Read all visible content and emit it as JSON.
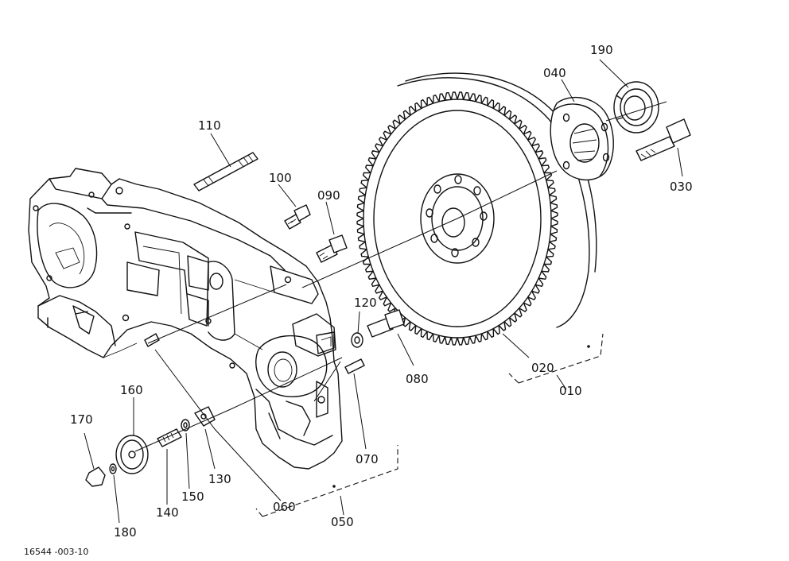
{
  "diagram": {
    "reference_code": "16544 -003-10",
    "parts": [
      {
        "key": "p010",
        "label": "010"
      },
      {
        "key": "p020",
        "label": "020"
      },
      {
        "key": "p030",
        "label": "030"
      },
      {
        "key": "p040",
        "label": "040"
      },
      {
        "key": "p050",
        "label": "050"
      },
      {
        "key": "p060",
        "label": "060"
      },
      {
        "key": "p070",
        "label": "070"
      },
      {
        "key": "p080",
        "label": "080"
      },
      {
        "key": "p090",
        "label": "090"
      },
      {
        "key": "p100",
        "label": "100"
      },
      {
        "key": "p110",
        "label": "110"
      },
      {
        "key": "p120",
        "label": "120"
      },
      {
        "key": "p130",
        "label": "130"
      },
      {
        "key": "p140",
        "label": "140"
      },
      {
        "key": "p150",
        "label": "150"
      },
      {
        "key": "p160",
        "label": "160"
      },
      {
        "key": "p170",
        "label": "170"
      },
      {
        "key": "p180",
        "label": "180"
      },
      {
        "key": "p190",
        "label": "190"
      }
    ]
  }
}
